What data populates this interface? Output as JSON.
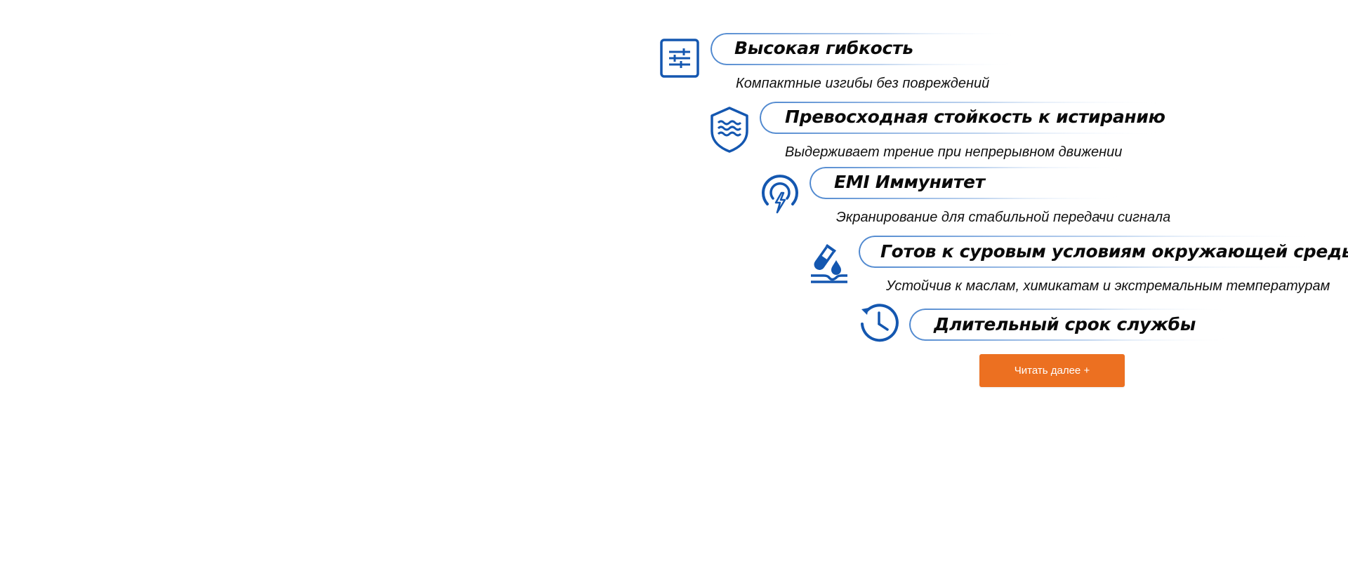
{
  "features": [
    {
      "icon": "sliders-icon",
      "title": "Высокая гибкость",
      "subtitle": "Компактные изгибы без повреждений"
    },
    {
      "icon": "shield-waves-icon",
      "title": "Превосходная стойкость к истиранию",
      "subtitle": "Выдерживает трение при непрерывном движении"
    },
    {
      "icon": "emi-lightning-icon",
      "title": "EMI Иммунитет",
      "subtitle": "Экранирование для стабильной передачи сигнала"
    },
    {
      "icon": "flask-drop-icon",
      "title": "Готов к суровым условиям окружающей среды",
      "subtitle": "Устойчив к маслам, химикатам и экстремальным температурам"
    },
    {
      "icon": "clock-history-icon",
      "title": "Длительный срок службы",
      "subtitle": ""
    }
  ],
  "cta": {
    "label": "Читать далее +"
  },
  "colors": {
    "icon_blue": "#1457b0",
    "button_orange": "#ec7021"
  }
}
